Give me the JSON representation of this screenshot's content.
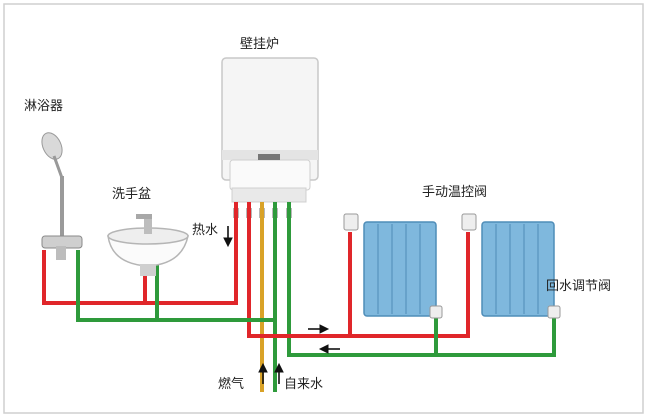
{
  "labels": {
    "boiler": "壁挂炉",
    "shower": "淋浴器",
    "basin": "洗手盆",
    "hot_water": "热水",
    "manual_valve": "手动温控阀",
    "return_valve": "回水调节阀",
    "gas": "燃气",
    "tap_water": "自来水"
  },
  "colors": {
    "hot_pipe": "#e0262a",
    "return_pipe": "#2e9a3b",
    "gas_pipe": "#d9a227",
    "radiator": "#7fb8dd",
    "border": "#c9c9c9"
  },
  "icons": {
    "boiler": "wall-boiler",
    "shower": "shower-head",
    "basin": "wash-basin",
    "radiator": "radiator"
  }
}
